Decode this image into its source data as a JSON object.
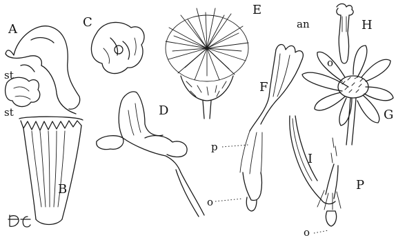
{
  "figure_labels": {
    "A": "A",
    "B": "B",
    "C": "C",
    "D": "D",
    "E": "E",
    "F": "F",
    "G": "G",
    "H": "H",
    "I": "I",
    "st_upper": "st",
    "st_lower": "st",
    "an": "an",
    "o_H": "o",
    "p_F": "p",
    "o_F": "o",
    "P_I": "P",
    "o_I": "o"
  },
  "signature": "DC",
  "colors": {
    "ink": "#1a1a1a",
    "paper": "#ffffff"
  }
}
